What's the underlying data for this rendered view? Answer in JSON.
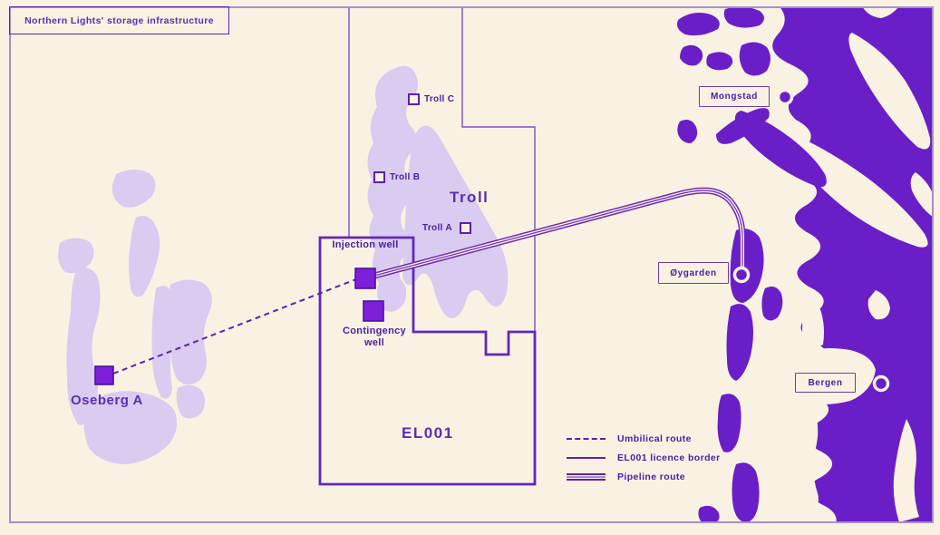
{
  "title": "Northern Lights' storage infrastructure",
  "map": {
    "field_label": "Troll",
    "licence_label": "EL001",
    "wells": {
      "injection": "Injection well",
      "contingency": "Contingency well"
    },
    "platforms": {
      "troll_c": "Troll C",
      "troll_b": "Troll B",
      "troll_a": "Troll A",
      "oseberg_a": "Oseberg A"
    },
    "places": {
      "mongstad": "Mongstad",
      "oygarden": "Øygarden",
      "bergen": "Bergen"
    }
  },
  "legend": {
    "items": [
      {
        "label": "Umbilical route",
        "style": "dashed"
      },
      {
        "label": "EL001 licence border",
        "style": "solid"
      },
      {
        "label": "Pipeline route",
        "style": "double"
      }
    ]
  },
  "colors": {
    "background": "#f9f2e2",
    "land": "#6a1ec8",
    "field": "#d9ccf0",
    "line": "#5b21b0",
    "well_fill": "#7e1fd9",
    "text": "#4a1da6"
  }
}
